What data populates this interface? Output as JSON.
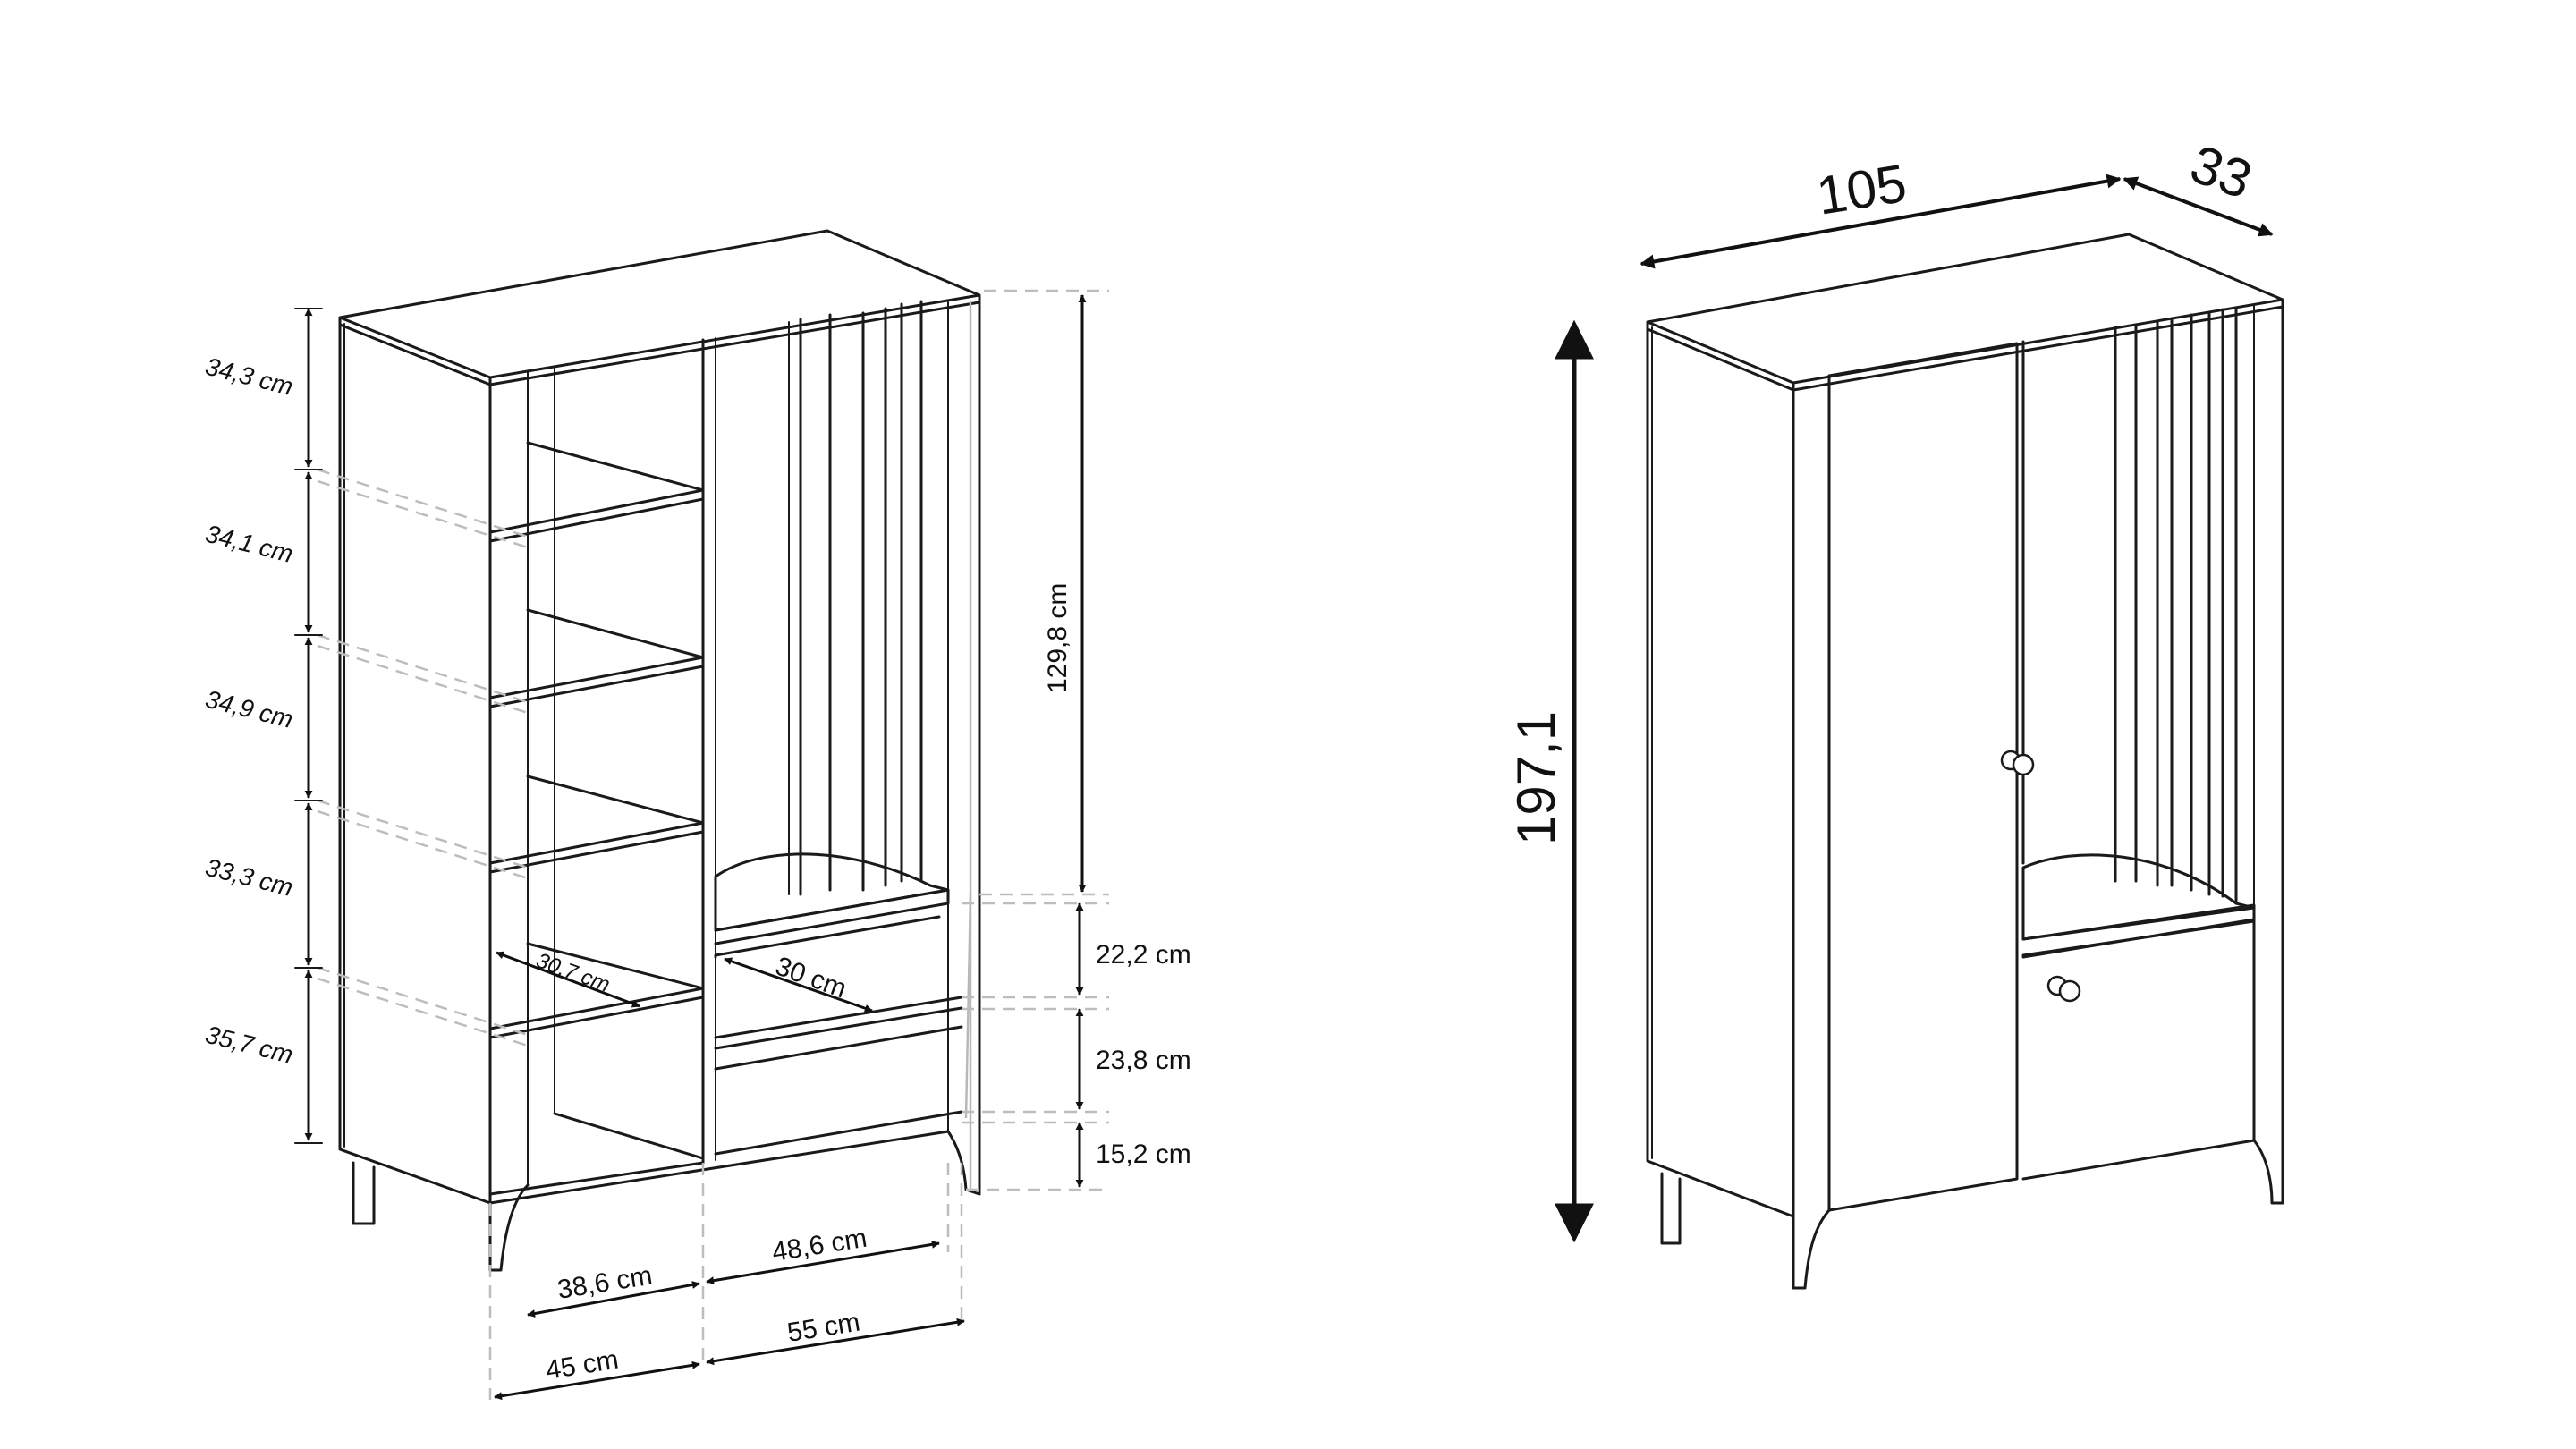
{
  "left_diagram": {
    "shelf_heights": [
      "34,3 cm",
      "34,1 cm",
      "34,9 cm",
      "33,3 cm",
      "35,7 cm"
    ],
    "hanging_height": "129,8 cm",
    "drawer_heights": [
      "22,2 cm",
      "23,8 cm",
      "15,2 cm"
    ],
    "shelf_depth": "30,7 cm",
    "drawer_depth": "30 cm",
    "inner_widths": [
      "38,6 cm",
      "48,6 cm"
    ],
    "outer_widths": [
      "45 cm",
      "55 cm"
    ]
  },
  "right_diagram": {
    "width": "105",
    "depth": "33",
    "height": "197,1"
  }
}
